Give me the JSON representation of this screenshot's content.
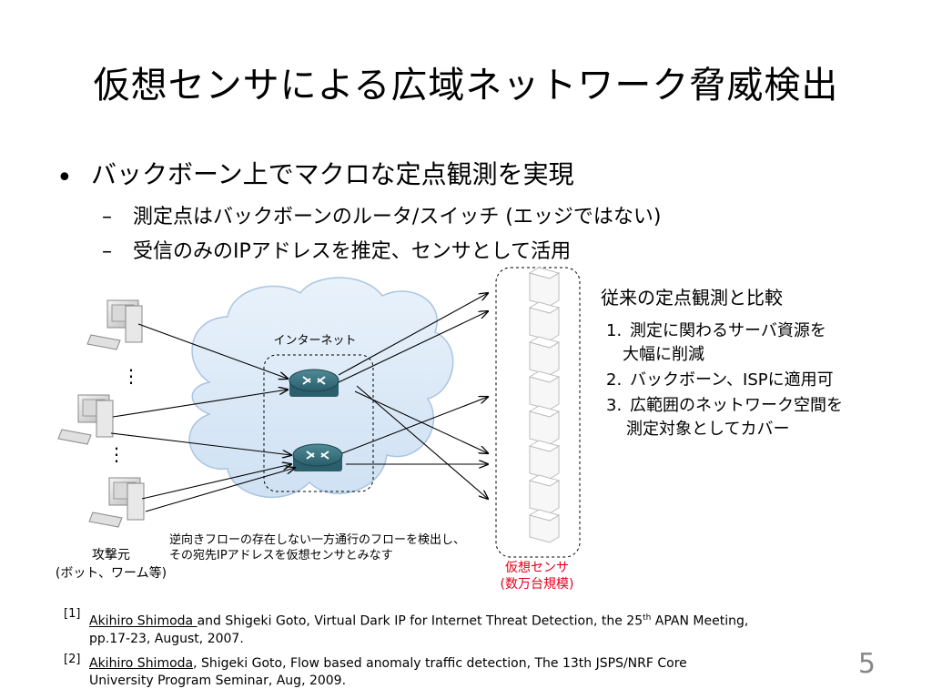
{
  "title": "仮想センサによる広域ネットワーク脅威検出",
  "bullets": {
    "main": "バックボーン上でマクロな定点観測を実現",
    "sub": [
      "測定点はバックボーンのルータ/スイッチ (エッジではない)",
      "受信のみのIPアドレスを推定、センサとして活用"
    ]
  },
  "diagram": {
    "internet_label": "インターネット",
    "flow_caption_line1": "逆向きフローの存在しない一方通行のフローを検出し、",
    "flow_caption_line2": "その宛先IPアドレスを仮想センサとみなす",
    "attacker_label": "攻撃元",
    "attacker_sublabel": "(ボット、ワーム等)",
    "sensor_label": "仮想センサ",
    "sensor_sublabel": "(数万台規模)",
    "ellipsis": "⋮"
  },
  "comparison": {
    "heading": "従来の定点観測と比較",
    "items": [
      {
        "num": "1.",
        "lines": [
          "測定に関わるサーバ資源を",
          "大幅に削減"
        ]
      },
      {
        "num": "2.",
        "lines": [
          "バックボーン、ISPに適用可"
        ]
      },
      {
        "num": "3.",
        "lines": [
          "広範囲のネットワーク空間を",
          "測定対象としてカバー"
        ]
      }
    ]
  },
  "references": [
    {
      "mark": "[1]",
      "author": "Akihiro Shimoda ",
      "rest": "and Shigeki Goto, Virtual Dark IP for Internet Threat Detection, the 25",
      "sup": "th",
      "rest2": " APAN Meeting,",
      "line2": "pp.17-23, August, 2007."
    },
    {
      "mark": "[2]",
      "author": "Akihiro Shimoda",
      "rest": ", Shigeki Goto, Flow based anomaly traffic detection, The 13th JSPS/NRF Core",
      "line2": "University Program Seminar, Aug, 2009."
    }
  ],
  "page_number": "5"
}
